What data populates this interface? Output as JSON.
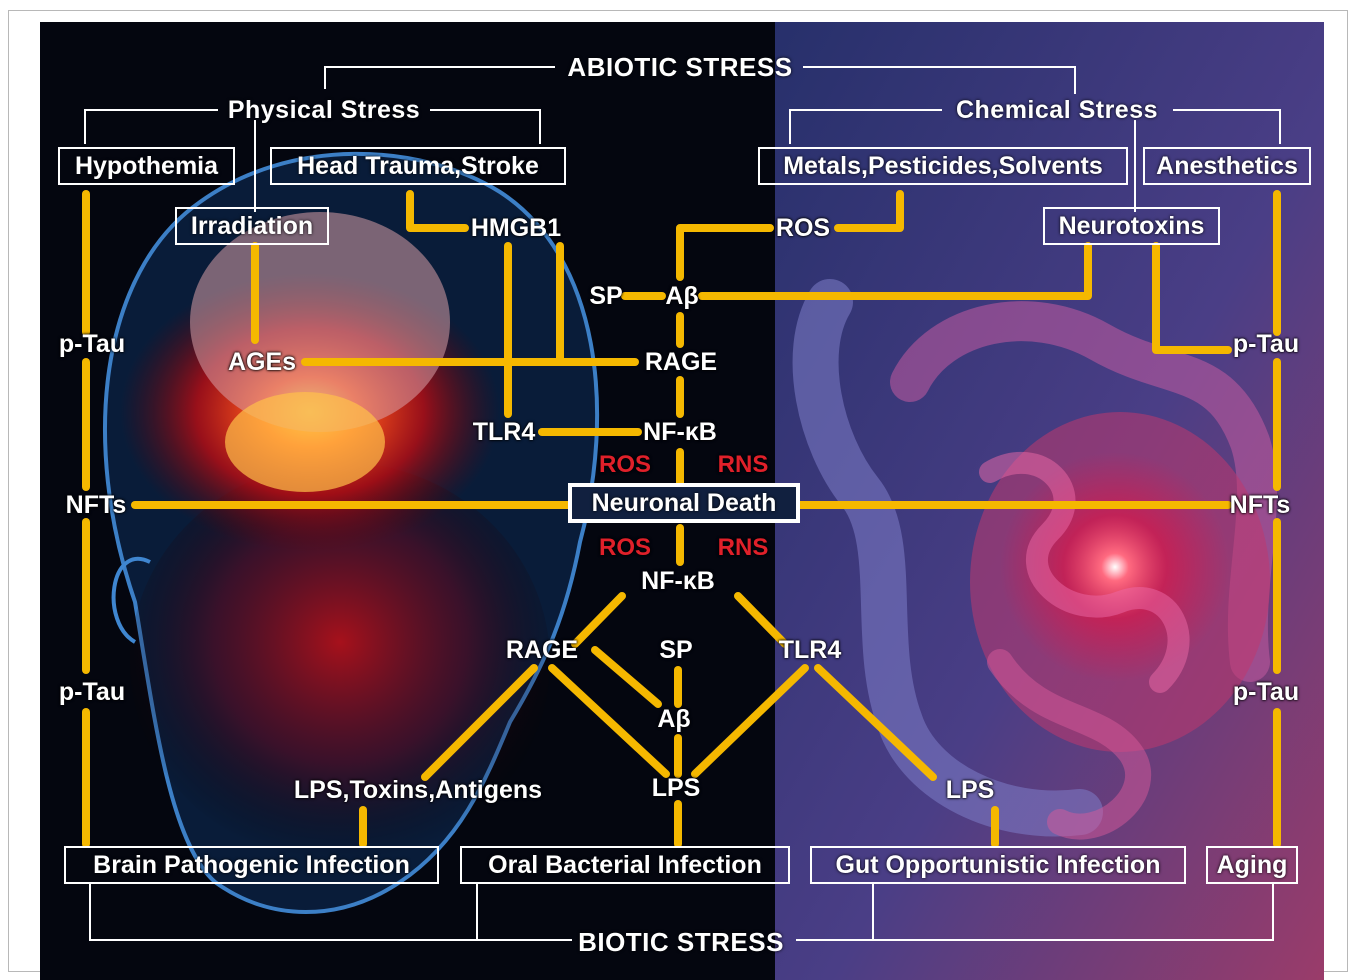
{
  "categories": {
    "abiotic": "ABIOTIC STRESS",
    "physical": "Physical Stress",
    "chemical": "Chemical Stress",
    "biotic": "BIOTIC STRESS"
  },
  "boxes": {
    "hypothermia": "Hypothemia",
    "head_trauma": "Head Trauma,Stroke",
    "irradiation": "Irradiation",
    "metals": "Metals,Pesticides,Solvents",
    "anesthetics": "Anesthetics",
    "neurotoxins": "Neurotoxins",
    "neuronal_death": "Neuronal Death",
    "brain_infection": "Brain Pathogenic Infection",
    "oral_infection": "Oral Bacterial Infection",
    "gut_infection": "Gut Opportunistic Infection",
    "aging": "Aging"
  },
  "labels": {
    "hmgb1": "HMGB1",
    "ros_top": "ROS",
    "sp_top": "SP",
    "abeta_top": "Aβ",
    "ptau_left_top": "p-Tau",
    "ptau_right_top": "p-Tau",
    "ages": "AGEs",
    "rage_top": "RAGE",
    "tlr4_top": "TLR4",
    "nfkb_top": "NF-κB",
    "ros_red_top": "ROS",
    "rns_red_top": "RNS",
    "nfts_left": "NFTs",
    "nfts_right": "NFTs",
    "ros_red_bottom": "ROS",
    "rns_red_bottom": "RNS",
    "nfkb_bottom": "NF-κB",
    "rage_bottom": "RAGE",
    "sp_bottom": "SP",
    "tlr4_bottom": "TLR4",
    "abeta_bottom": "Aβ",
    "ptau_left_bottom": "p-Tau",
    "ptau_right_bottom": "p-Tau",
    "lps_toxins": "LPS,Toxins,Antigens",
    "lps_center": "LPS",
    "lps_right": "LPS"
  },
  "colors": {
    "connector": "#f5b800",
    "frame_line": "#ffffff",
    "ros_rns": "#e0202a"
  }
}
